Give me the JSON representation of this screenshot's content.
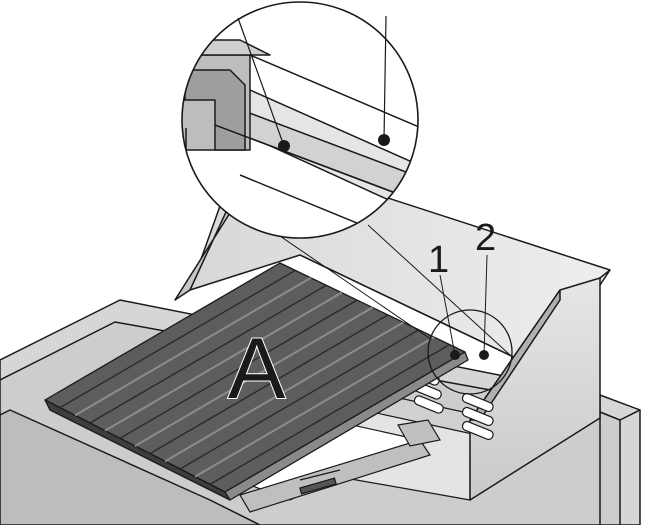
{
  "labels": {
    "marker_1": "1",
    "marker_2": "2",
    "part_a": "A"
  },
  "colors": {
    "background": "#ffffff",
    "panel_light": "#e2e2e2",
    "panel_mid": "#cfcfcf",
    "panel_dark": "#9a9a9a",
    "grill_dark": "#5a5a5a",
    "grill_mid": "#777777",
    "stroke": "#1a1a1a"
  }
}
